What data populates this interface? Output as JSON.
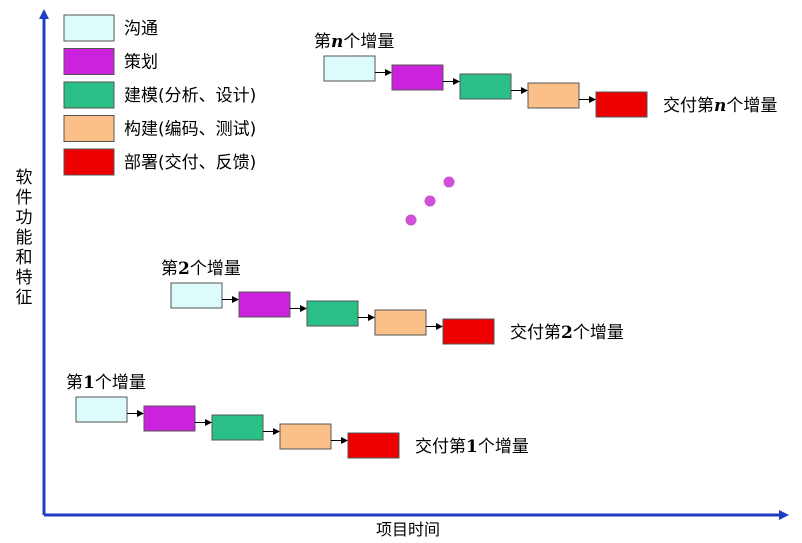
{
  "colors": {
    "communication": "#ddfbfb",
    "planning": "#cc22dd",
    "modeling": "#2bbf88",
    "construction": "#fbbf88",
    "deployment": "#ee0000",
    "axis": "#1f3fbf",
    "dots": "#d050d8"
  },
  "legend": [
    {
      "key": "communication",
      "label": "沟通"
    },
    {
      "key": "planning",
      "label": "策划"
    },
    {
      "key": "modeling",
      "label": "建模(分析、设计)"
    },
    {
      "key": "construction",
      "label": "构建(编码、测试)"
    },
    {
      "key": "deployment",
      "label": "部署(交付、反馈)"
    }
  ],
  "axes": {
    "y_label": "软件功能和特征",
    "x_label": "项目时间"
  },
  "increments": [
    {
      "title_pre": "第",
      "title_num": "1",
      "title_post": "个增量",
      "deliver_pre": "交付第",
      "deliver_num": "1",
      "deliver_post": "个增量"
    },
    {
      "title_pre": "第",
      "title_num": "2",
      "title_post": "个增量",
      "deliver_pre": "交付第",
      "deliver_num": "2",
      "deliver_post": "个增量"
    },
    {
      "title_pre": "第",
      "title_num": "n",
      "title_post": "个增量",
      "deliver_pre": "交付第",
      "deliver_num": "n",
      "deliver_post": "个增量"
    }
  ],
  "ellipsis_dot_count": 3
}
